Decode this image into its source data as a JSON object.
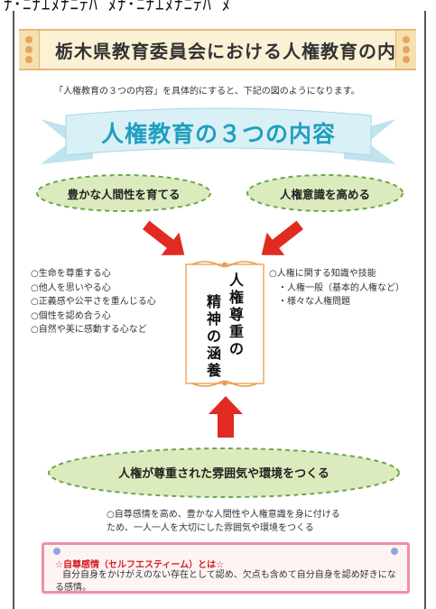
{
  "top_strip": "ﾅ･ﾆﾅｴﾇﾅﾆﾃﾊ¯ﾇﾅ･ﾆﾅｴﾇﾅﾆﾃﾊ¯ﾇ",
  "header": {
    "title": "栃木県教育委員会における人権教育の内容"
  },
  "intro": "「人権教育の３つの内容」を具体的にすると、下記の図のようになります。",
  "banner": {
    "title": "人権教育の３つの内容"
  },
  "left_ellipse": {
    "label": "豊かな人間性を育てる"
  },
  "right_ellipse": {
    "label": "人権意識を高める"
  },
  "left_list": [
    "○生命を尊重する心",
    "○他人を思いやる心",
    "○正義感や公平さを重んじる心",
    "○個性を認め合う心",
    "○自然や美に感動する心など"
  ],
  "right_list": [
    "○人権に関する知識や技能",
    "　・人権一般（基本的人権など）",
    "　・様々な人権問題"
  ],
  "center": {
    "col1": "人権尊重の",
    "col2": "精神の涵養"
  },
  "bottom_ellipse": {
    "label": "人権が尊重された雰囲気や環境をつくる"
  },
  "footer": {
    "line1": "○自尊感情を高め、豊かな人間性や人権意識を身に付ける",
    "line2": "ため、一人一人を大切にした雰囲気や環境をつくる"
  },
  "note": {
    "title": "☆自尊感情（セルフエスティーム）とは☆",
    "body": "自分自身をかけがえのない存在として認め、欠点も含めて自分自身を認め好きになる感情。"
  },
  "colors": {
    "banner_text": "#1f9fbf",
    "arrow_red": "#e02a22",
    "ellipse_fill": "#dcebbd",
    "ellipse_border": "#6da84a",
    "note_border": "#ef8fa6",
    "note_title": "#d21f1f",
    "title_bar": "#fbf2d6"
  }
}
